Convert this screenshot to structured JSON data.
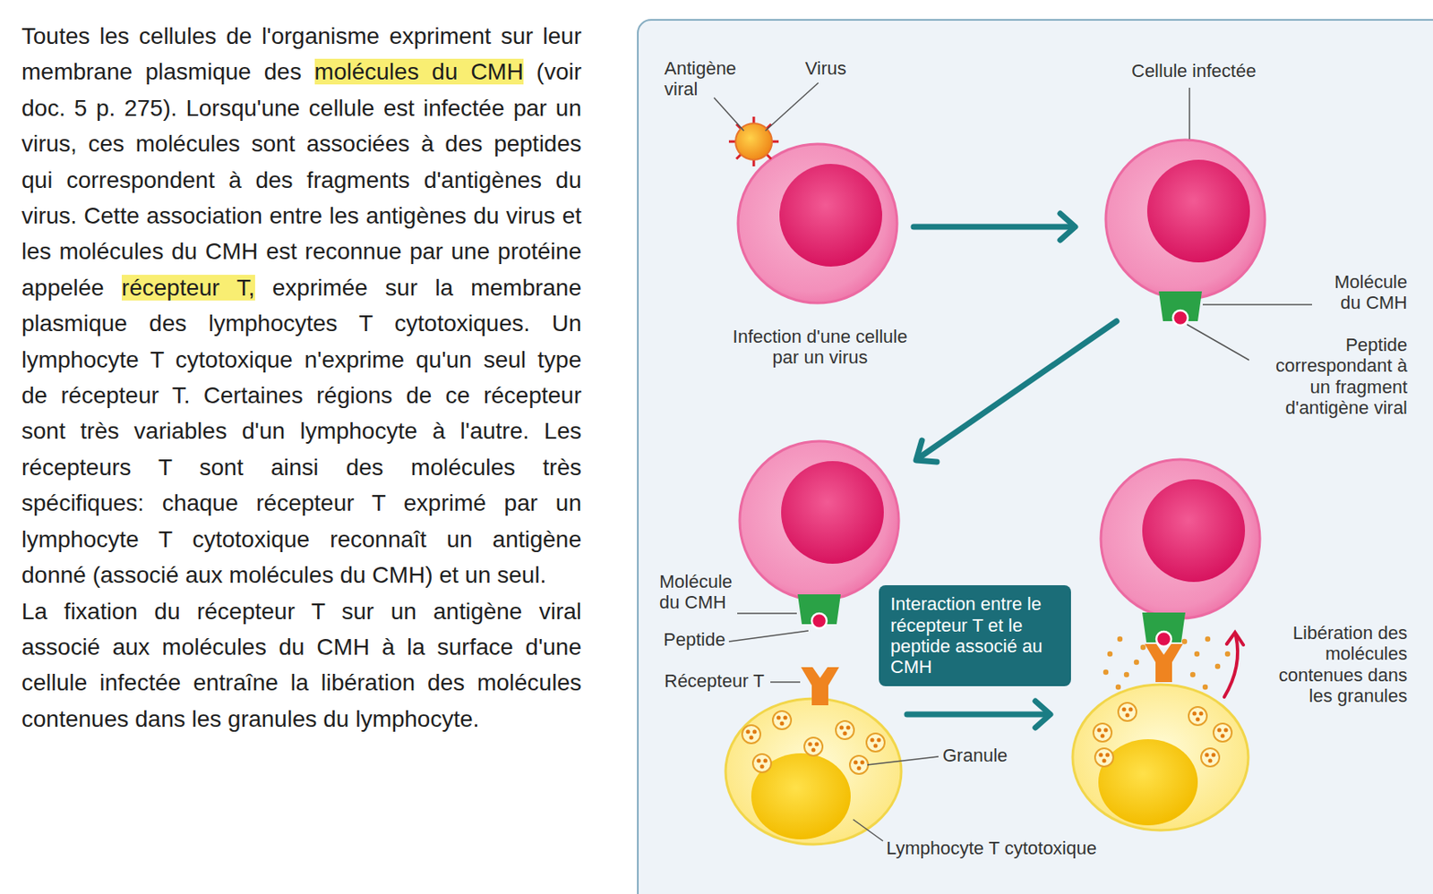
{
  "diagram": {
    "nodes": [
      {
        "text": [
          "Interaction entre le récepteur T et le peptide associé au CMH"
        ]
      }
    ],
    "labels": [
      "Toutes les cellules de l'organisme expriment sur leur membrane plasmique des",
      "molécules du CMH",
      "(voir doc. 5 p. 275). Lorsqu'une cellule est infectée par un virus, ces molécules sont associées à des peptides qui correspondent à des fragments d'antigènes du virus. Cette association entre les antigènes du virus et les molécules du CMH est reconnue par une protéine appelée",
      "récepteur T,",
      "exprimée sur la membrane plasmique des lymphocytes T cytotoxiques. Un lymphocyte T cytotoxique n'exprime qu'un seul type de récepteur T. Certaines régions de ce récepteur sont très variables d'un lymphocyte à l'autre. Les récepteurs T sont ainsi des molécules très spécifiques: chaque récepteur T exprimé par un lymphocyte T cytotoxique reconnaît un antigène donné (associé aux molécules du CMH) et un seul.",
      "La fixation du récepteur T sur un antigène viral associé aux molécules du CMH à la surface d'une cellule infectée entraîne la libération des molécules contenues dans les granules du lymphocyte.",
      "Antigène viral",
      "Virus",
      "Cellule infectée",
      "Molécule du CMH",
      "Peptide correspondant à un fragment d'antigène viral",
      "Infection d'une cellule par un virus",
      "Molécule du CMH",
      "Peptide",
      "Récepteur T",
      "Granule",
      "Lymphocyte T cytotoxique",
      "Libération des molécules contenues dans les granules"
    ]
  }
}
